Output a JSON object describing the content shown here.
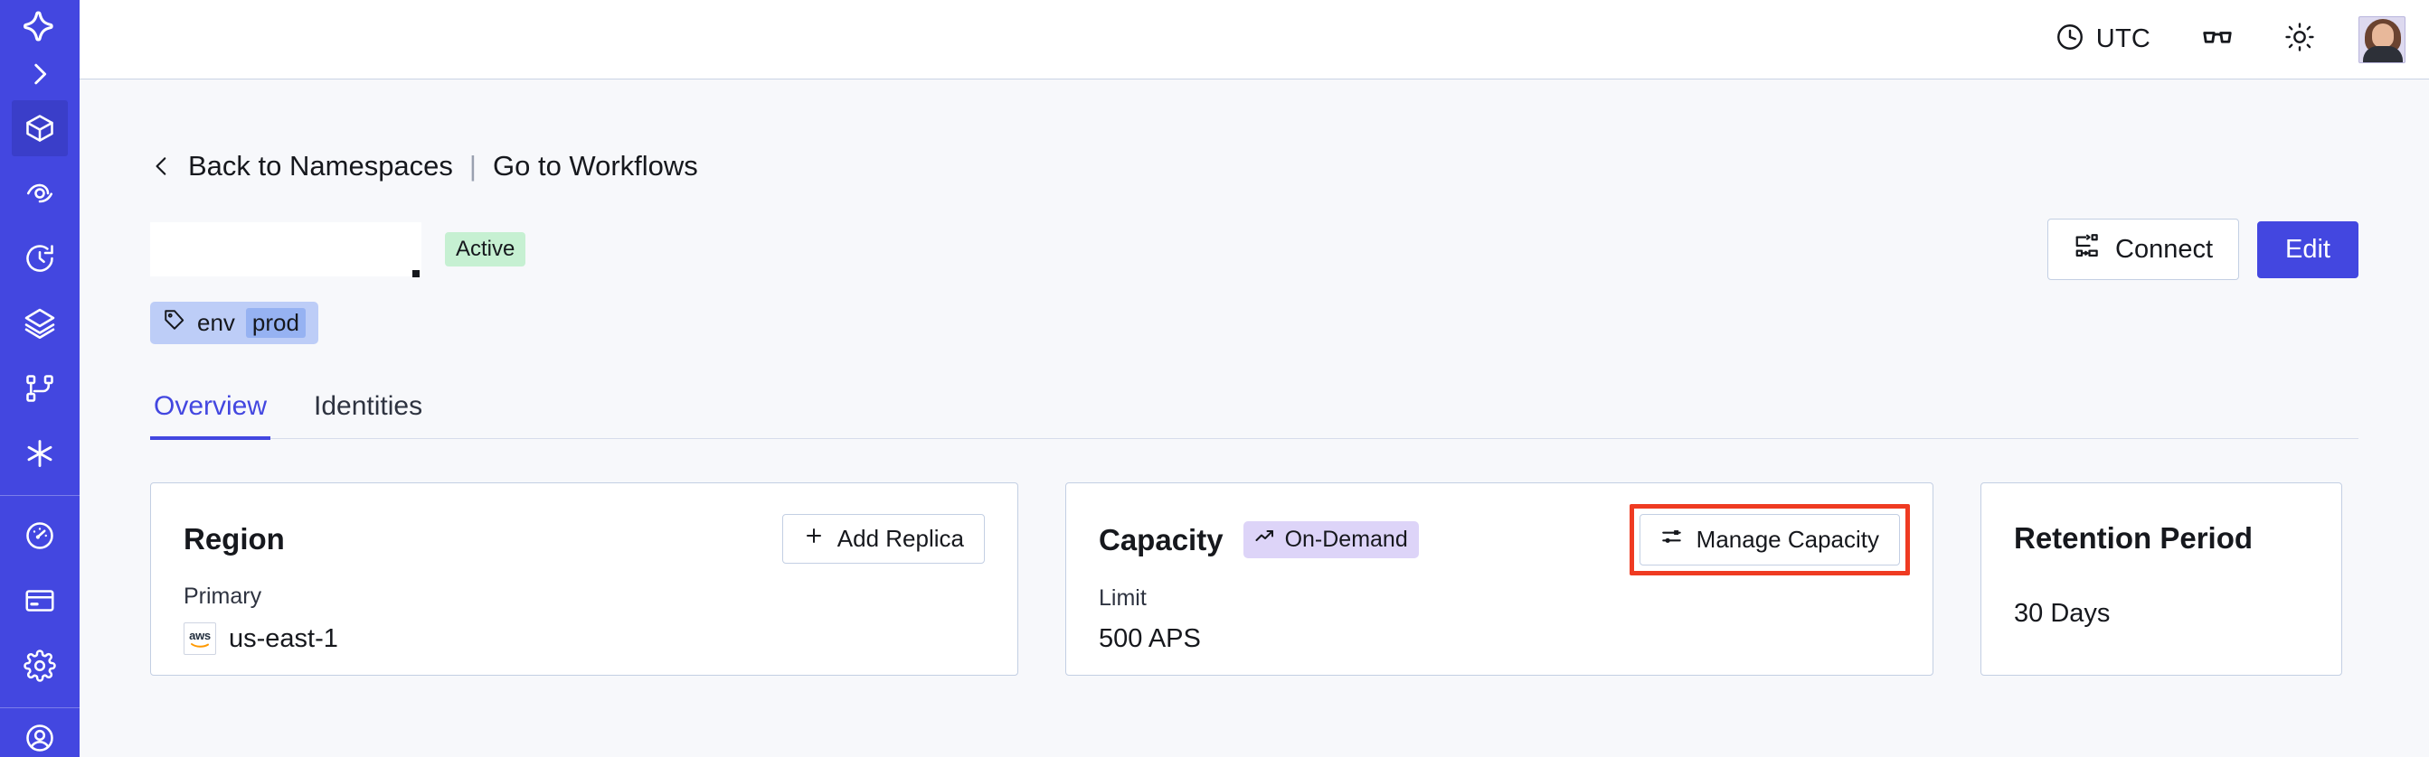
{
  "sidebar": {
    "logo_icon": "temporal-logo-icon",
    "expand_icon": "chevron-right-icon",
    "items": [
      {
        "name": "namespaces",
        "icon": "cube-icon",
        "active": true
      },
      {
        "name": "observability",
        "icon": "eye-spiral-icon",
        "active": false
      },
      {
        "name": "schedules",
        "icon": "clock-arrow-icon",
        "active": false
      },
      {
        "name": "batch-operations",
        "icon": "layers-icon",
        "active": false
      },
      {
        "name": "nexus",
        "icon": "git-branch-icon",
        "active": false
      },
      {
        "name": "integrations",
        "icon": "asterisk-icon",
        "active": false
      }
    ],
    "items_secondary": [
      {
        "name": "usage",
        "icon": "gauge-icon",
        "active": false
      },
      {
        "name": "billing",
        "icon": "credit-card-icon",
        "active": false
      },
      {
        "name": "settings",
        "icon": "gear-icon",
        "active": false
      }
    ]
  },
  "topbar": {
    "timezone_icon": "clock-icon",
    "timezone_label": "UTC",
    "glasses_icon": "glasses-icon",
    "theme_icon": "sun-icon",
    "avatar_icon": "user-avatar"
  },
  "breadcrumb": {
    "back_icon": "chevron-left-icon",
    "back_label": "Back to Namespaces",
    "divider": "|",
    "workflows_label": "Go to Workflows"
  },
  "namespace": {
    "name": "",
    "status_label": "Active",
    "tag_icon": "tag-icon",
    "tag_key": "env",
    "tag_value": "prod"
  },
  "actions": {
    "connect_icon": "connect-flow-icon",
    "connect_label": "Connect",
    "edit_label": "Edit"
  },
  "tabs": [
    {
      "label": "Overview",
      "active": true
    },
    {
      "label": "Identities",
      "active": false
    }
  ],
  "cards": {
    "region": {
      "title": "Region",
      "add_replica_icon": "plus-icon",
      "add_replica_label": "Add Replica",
      "sub_label": "Primary",
      "provider_icon": "aws-icon",
      "provider_text": "aws",
      "value": "us-east-1"
    },
    "capacity": {
      "title": "Capacity",
      "badge_icon": "trend-up-icon",
      "badge_label": "On-Demand",
      "manage_icon": "sliders-icon",
      "manage_label": "Manage Capacity",
      "sub_label": "Limit",
      "value": "500 APS",
      "highlighted": true,
      "highlight_color": "#ef3b22"
    },
    "retention": {
      "title": "Retention Period",
      "value": "30 Days"
    }
  },
  "colors": {
    "brand": "#4347e0",
    "page_bg": "#f7f8fb",
    "card_border": "#c3cfe3",
    "status_active_bg": "#c6f0d2",
    "tag_bg": "#bdcdf7",
    "tag_value_bg": "#96b2f2",
    "badge_bg": "#ddd4f8",
    "highlight": "#ef3b22"
  }
}
